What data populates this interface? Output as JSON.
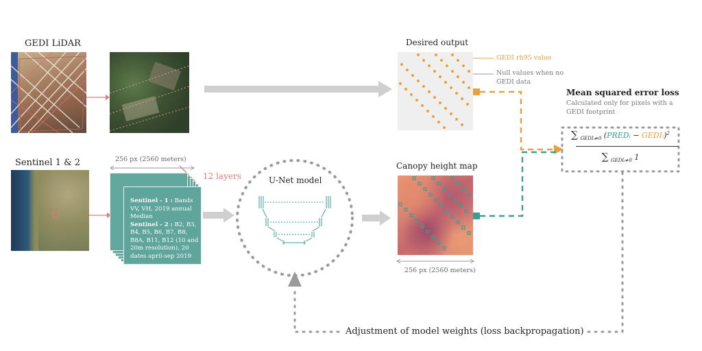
{
  "labels": {
    "gedi_lidar": "GEDI LiDAR",
    "sentinel": "Sentinel 1 & 2",
    "desired_output": "Desired output",
    "canopy_map": "Canopy height map",
    "unet": "U-Net model",
    "mse_title": "Mean squared error loss",
    "mse_note": "Calculated only for pixels with a GEDI footprint",
    "gedi_value": "GEDI rh95 value",
    "null_values": "Null values when no GEDI data",
    "size_top": "256 px (2560 meters)",
    "size_bottom": "256 px (2560 meters)",
    "layers": "12 layers",
    "backprop": "Adjustment of model weights (loss backpropagation)"
  },
  "stack": {
    "s1_head": "Sentinel - 1 :",
    "s1_body": " Bands VV, VH, 2019 annual Median",
    "s2_head": "Sentinel - 2 :",
    "s2_body": " B2, B3, B4, B5, B6, B7, B8, B8A, B11, B12 (10 and 20m resolution), 20 dates april-sep 2019"
  },
  "formula": {
    "sum_num": "∑",
    "sum_den": "∑",
    "cond": "GEDIᵢ≠0",
    "pred": "PREDᵢ",
    "minus": " − ",
    "gedi": "GEDIᵢ",
    "open": "(",
    "close": ")",
    "square": "2",
    "one": "1"
  },
  "colors": {
    "teal": "#3a9e94",
    "orange": "#e8a03e",
    "gray_arrow": "#cfcfcf",
    "dotted": "#9a9a9a",
    "pink_link": "#e07a7a"
  }
}
